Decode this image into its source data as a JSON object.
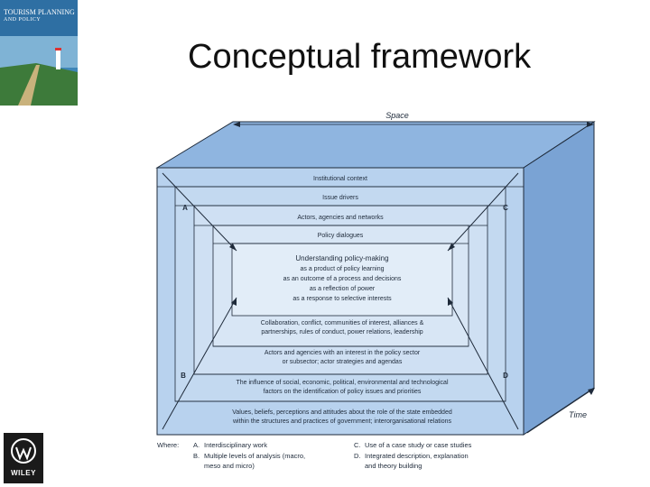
{
  "title": "Conceptual framework",
  "book_cover": {
    "title_line1": "TOURISM PLANNING",
    "title_line2": "AND POLICY"
  },
  "publisher": "WILEY",
  "framework": {
    "axis_space": "Space",
    "axis_time": "Time",
    "corners": {
      "a": "A",
      "b": "B",
      "c": "C",
      "d": "D"
    },
    "layers": [
      "Institutional context",
      "Issue drivers",
      "Actors, agencies and networks",
      "Policy dialogues"
    ],
    "core": {
      "heading": "Understanding policy-making",
      "lines": [
        "as a product of policy learning",
        "as an outcome of a process and decisions",
        "as a reflection of power",
        "as a response to selective interests"
      ]
    },
    "bottom_layers": [
      [
        "Collaboration, conflict, communities of interest, alliances &",
        "partnerships, rules of conduct, power relations, leadership"
      ],
      [
        "Actors and agencies with an interest in the policy sector",
        "or subsector; actor strategies and agendas"
      ],
      [
        "The influence of social, economic, political, environmental and technological",
        "factors on the identification of policy issues and priorities"
      ],
      [
        "Values, beliefs, perceptions and attitudes about the role of the state embedded",
        "within the structures and practices of government; interorganisational relations"
      ]
    ],
    "legend": {
      "where": "Where:",
      "items": [
        [
          "A.",
          "Interdisciplinary work"
        ],
        [
          "B.",
          "Multiple levels of analysis (macro,",
          "meso and micro)"
        ],
        [
          "C.",
          "Use of a case study or case studies"
        ],
        [
          "D.",
          "Integrated description, explanation",
          "and theory building"
        ]
      ]
    }
  },
  "colors": {
    "box_front": "#b8d2ee",
    "box_back": "#8fb5e0",
    "outline": "#1e2a3a"
  }
}
